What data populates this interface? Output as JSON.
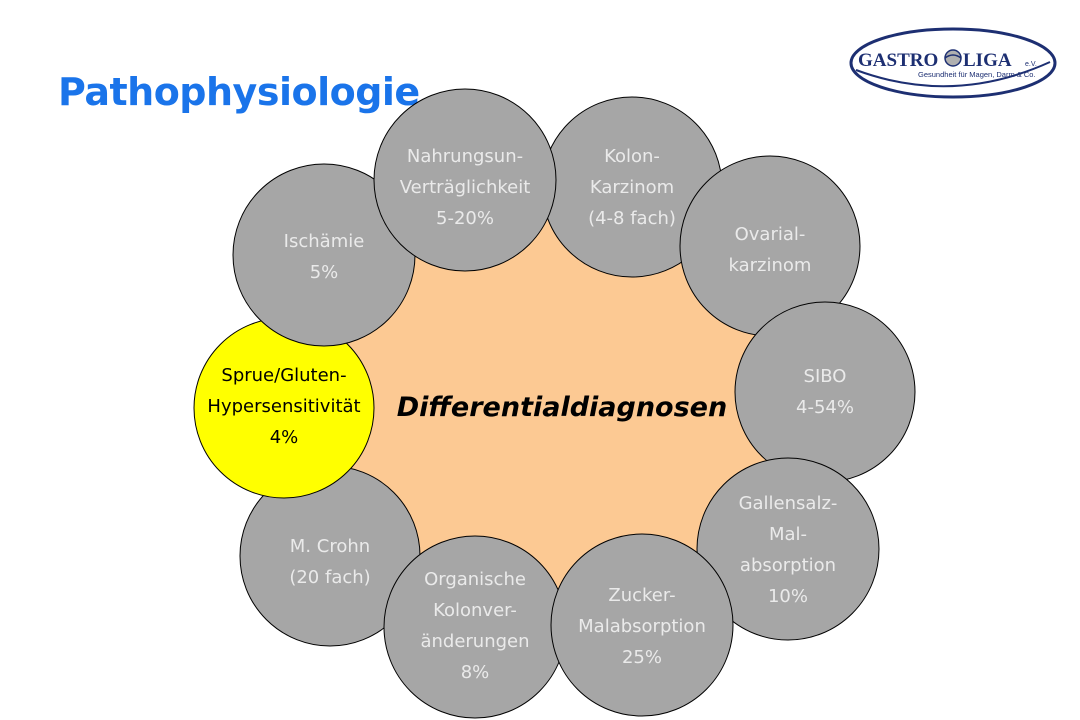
{
  "title": "Pathophysiologie",
  "logo": {
    "name_left": "GASTRO",
    "name_right": "LIGA",
    "suffix": "e.V.",
    "tagline": "Gesundheit für Magen, Darm & Co."
  },
  "center_label": "Differentialdiagnosen",
  "colors": {
    "title": "#1a74ea",
    "center_fill": "#fcc993",
    "circle_fill": "#a6a6a6",
    "circle_text": "#eaeaea",
    "highlight_fill": "#ffff00",
    "highlight_text": "#000000",
    "center_text": "#000000"
  },
  "circles": [
    {
      "id": "ischaemie",
      "lines": [
        "Ischämie",
        "5%"
      ],
      "highlight": false
    },
    {
      "id": "nahrung",
      "lines": [
        "Nahrungsun-",
        "Verträglichkeit",
        "5-20%"
      ],
      "highlight": false
    },
    {
      "id": "kolon",
      "lines": [
        "Kolon-",
        "Karzinom",
        "(4-8 fach)"
      ],
      "highlight": false
    },
    {
      "id": "ovarial",
      "lines": [
        "Ovarial-",
        "karzinom"
      ],
      "highlight": false
    },
    {
      "id": "sibo",
      "lines": [
        "SIBO",
        "4-54%"
      ],
      "highlight": false
    },
    {
      "id": "gallensalz",
      "lines": [
        "Gallensalz-",
        "Mal-",
        "absorption",
        "10%"
      ],
      "highlight": false
    },
    {
      "id": "zucker",
      "lines": [
        "Zucker-",
        "Malabsorption",
        "25%"
      ],
      "highlight": false
    },
    {
      "id": "organisch",
      "lines": [
        "Organische",
        "Kolonver-",
        "änderungen",
        "8%"
      ],
      "highlight": false
    },
    {
      "id": "crohn",
      "lines": [
        "M. Crohn",
        "(20 fach)"
      ],
      "highlight": false
    },
    {
      "id": "sprue",
      "lines": [
        "Sprue/Gluten-",
        "Hypersensitivität",
        "4%"
      ],
      "highlight": true
    }
  ]
}
